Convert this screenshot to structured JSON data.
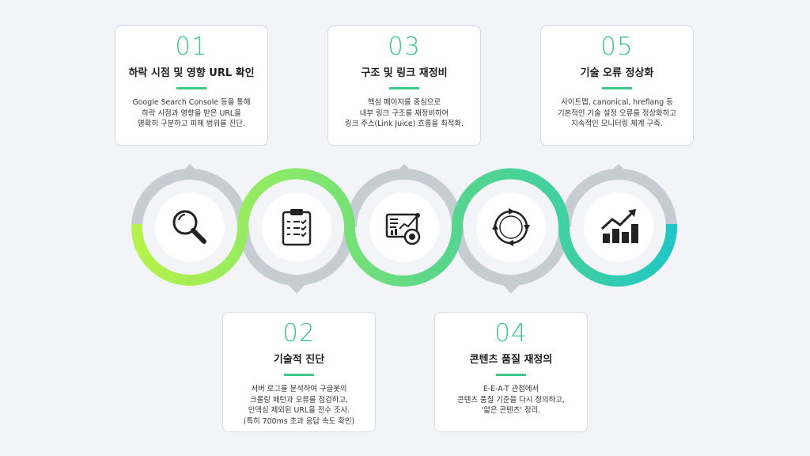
{
  "steps": [
    {
      "number": "01",
      "title": "하락 시점 및 영향 URL 확인",
      "description": "Google Search Console 등을 통해\n하락 시점과 영향을 받은 URL을\n명확히 구분하고 피해 범위를 진단.",
      "icon": "magnifier-icon"
    },
    {
      "number": "02",
      "title": "기술적 진단",
      "description": "서버 로그를 분석하여 구글봇의\n크롤링 패턴과 오류를 점검하고,\n인덱싱 제외된 URL을 전수 조사.\n(특히 700ms 초과 응답 속도 확인)",
      "icon": "clipboard-checklist-icon"
    },
    {
      "number": "03",
      "title": "구조 및 링크 재정비",
      "description": "핵심 페이지를 중심으로\n내부 링크 구조를 재정비하여\n링크 주스(Link Juice) 흐름을 최적화.",
      "icon": "analytics-dashboard-icon"
    },
    {
      "number": "04",
      "title": "콘텐츠 품질 재정의",
      "description": "E-E-A-T 관점에서\n콘텐츠 품질 기준을 다시 정의하고,\n'얇은 콘텐츠' 정리.",
      "icon": "circular-arrows-icon"
    },
    {
      "number": "05",
      "title": "기술 오류 정상화",
      "description": "사이트맵, canonical, hreflang 등\n기본적인 기술 설정 오류를 정상화하고\n지속적인 모니터링 체계 구축.",
      "icon": "growth-chart-icon"
    }
  ],
  "colors": {
    "accent": "#3cc98a",
    "gradient_start": "#b4f04a",
    "gradient_mid": "#6ad484",
    "gradient_end": "#22c8c4",
    "track_gray": "#c5cdd3",
    "background": "#f2f4f7"
  }
}
